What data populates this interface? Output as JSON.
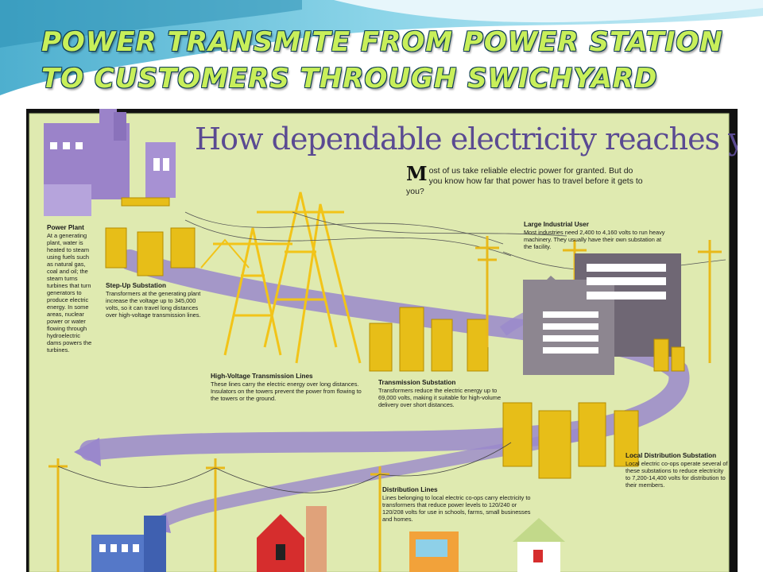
{
  "slide": {
    "title_line1": "Power transmite from power station",
    "title_line2": "to customers through  swichyard"
  },
  "infographic": {
    "heading": "How dependable electricity reaches you",
    "intro_dropcap": "M",
    "intro_text": "ost of us take reliable electric power for granted. But do you know how far that power has to travel before it gets to you?",
    "power_plant": {
      "title": "Power Plant",
      "body": "At a generating plant, water is heated to steam using fuels such as natural gas, coal and oil; the steam turns turbines that turn generators to produce electric energy. In some areas, nuclear power or water flowing through hydroelectric dams powers the turbines."
    },
    "step_up": {
      "title": "Step-Up Substation",
      "body": "Transformers at the generating plant increase the voltage up to 345,000 volts, so it can travel long distances over high-voltage transmission lines."
    },
    "high_voltage": {
      "title": "High-Voltage Transmission Lines",
      "body": "These lines carry the electric energy over long distances. Insulators on the towers prevent the power from flowing to the towers or the ground."
    },
    "transmission_substation": {
      "title": "Transmission Substation",
      "body": "Transformers reduce the electric energy up to 69,000 volts, making it suitable for high-volume delivery over short distances."
    },
    "large_industrial": {
      "title": "Large Industrial User",
      "body": "Most industries need 2,400 to 4,160 volts to run heavy machinery. They usually have their own substation at the facility."
    },
    "local_distribution": {
      "title": "Local Distribution Substation",
      "body": "Local electric co-ops operate several of these substations to reduce electricity to 7,200-14,400 volts for distribution to their members."
    },
    "distribution_lines": {
      "title": "Distribution Lines",
      "body": "Lines belonging to local electric co-ops carry electricity to transformers that reduce power levels to 120/240 or 120/208 volts for use in schools, farms, small businesses and homes."
    }
  },
  "colors": {
    "title_fill": "#c8ef5a",
    "title_outline": "#0d3c55",
    "infographic_bg": "#dfeab0",
    "flow_arrow": "#9a88cc",
    "tower": "#f2c418",
    "heading": "#5a4a92"
  }
}
